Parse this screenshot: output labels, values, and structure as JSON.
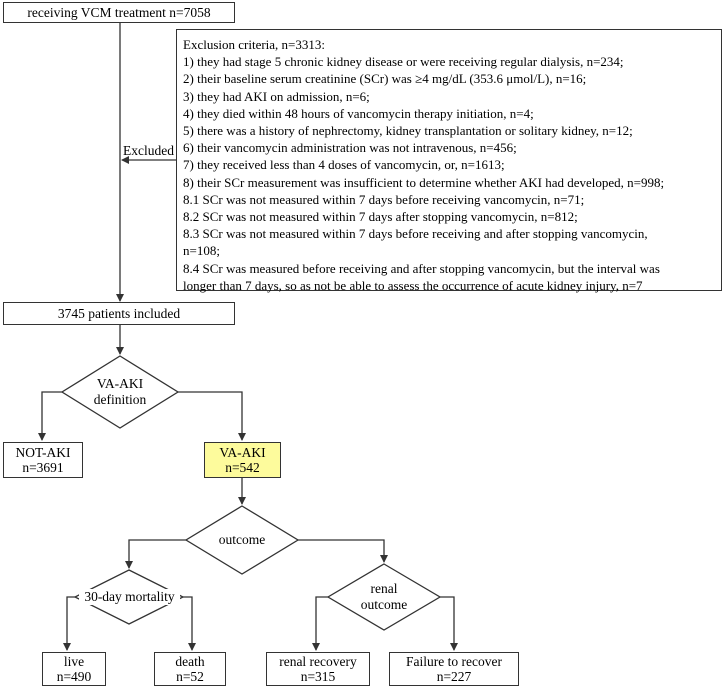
{
  "start": "receiving VCM treatment n=7058",
  "excluded_label": "Excluded",
  "exclusion": {
    "lines": [
      "Exclusion criteria, n=3313:",
      "1) they had stage 5 chronic kidney disease or were receiving regular dialysis, n=234;",
      "2) their baseline serum creatinine (SCr) was ≥4 mg/dL (353.6 μmol/L), n=16;",
      "3) they had AKI on admission, n=6;",
      "4) they died within 48 hours of vancomycin therapy initiation, n=4;",
      "5) there was a history of nephrectomy, kidney transplantation or solitary kidney, n=12;",
      "6) their vancomycin administration was not intravenous, n=456;",
      "7) they received less than 4 doses of vancomycin, or, n=1613;",
      "8) their SCr measurement was insufficient to determine whether AKI had developed, n=998;",
      "8.1 SCr was not measured within 7 days before receiving vancomycin, n=71;",
      "8.2 SCr was not measured within 7 days after stopping vancomycin, n=812;",
      "8.3 SCr was not measured within 7 days before receiving and after stopping vancomycin,",
      "n=108;",
      "8.4 SCr was measured before receiving and after stopping vancomycin, but the interval was",
      "longer than 7 days, so as not be able to assess the occurrence of acute kidney injury, n=7"
    ]
  },
  "included": "3745 patients included",
  "decision1": {
    "line1": "VA-AKI",
    "line2": "definition"
  },
  "not_aki": {
    "line1": "NOT-AKI",
    "line2": "n=3691"
  },
  "va_aki": {
    "line1": "VA-AKI",
    "line2": "n=542"
  },
  "decision2": {
    "line1": "outcome"
  },
  "decision3": {
    "line1": "30-day mortality"
  },
  "decision4": {
    "line1": "renal",
    "line2": "outcome"
  },
  "live": {
    "line1": "live",
    "line2": "n=490"
  },
  "death": {
    "line1": "death",
    "line2": "n=52"
  },
  "renal_recovery": {
    "line1": "renal recovery",
    "line2": "n=315"
  },
  "failure": {
    "line1": "Failure to recover",
    "line2": "n=227"
  },
  "colors": {
    "highlight": "#fdfb9c",
    "line": "#333333"
  }
}
